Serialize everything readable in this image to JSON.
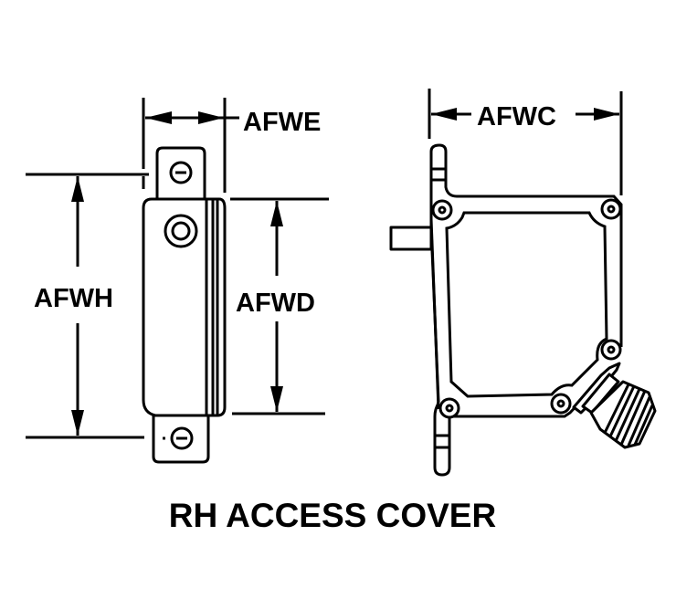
{
  "drawing": {
    "title": "RH ACCESS COVER",
    "colors": {
      "ink": "#000000",
      "background": "#ffffff"
    },
    "left_view": {
      "dimensions": {
        "width_label": "AFWE",
        "overall_height_label": "AFWH",
        "body_height_label": "AFWD"
      }
    },
    "right_view": {
      "dimensions": {
        "width_label": "AFWC"
      }
    }
  }
}
